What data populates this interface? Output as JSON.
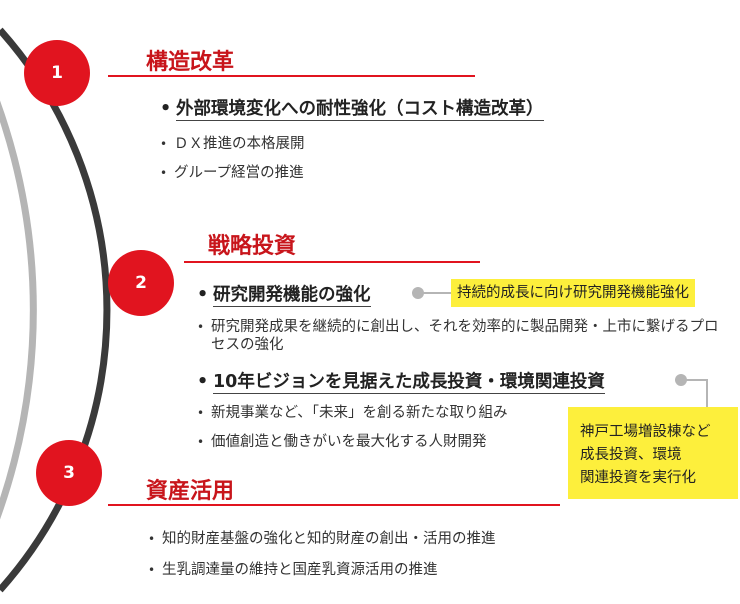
{
  "sections": [
    {
      "number": "1",
      "title": "構造改革",
      "main": [
        "外部環境変化への耐性強化（コスト構造改革）"
      ],
      "subs": [
        "ＤＸ推進の本格展開",
        "グループ経営の推進"
      ]
    },
    {
      "number": "2",
      "title": "戦略投資",
      "main": [
        "研究開発機能の強化",
        "10年ビジョンを見据えた成長投資・環境関連投資"
      ],
      "subs": [
        "研究開発成果を継続的に創出し、それを効率的に製品開発・上市に繋げるプロセスの強化",
        "新規事業など、「未来」を創る新たな取り組み",
        "価値創造と働きがいを最大化する人財開発"
      ]
    },
    {
      "number": "3",
      "title": "資産活用",
      "main": [],
      "subs": [
        "知的財産基盤の強化と知的財産の創出・活用の推進",
        "生乳調達量の維持と国産乳資源活用の推進"
      ]
    }
  ],
  "callouts": [
    {
      "lines": [
        "持続的成長に向け研究開発機能強化"
      ]
    },
    {
      "lines": [
        "神戸工場増設棟など",
        "成長投資、環境",
        "関連投資を実行化"
      ]
    }
  ],
  "bullet": "•",
  "colors": {
    "accent": "#e1141f",
    "title": "#c8151b",
    "arc_gray": "#b5b5b5",
    "arc_dark": "#3a3a3a",
    "callout": "#fdef3c"
  }
}
